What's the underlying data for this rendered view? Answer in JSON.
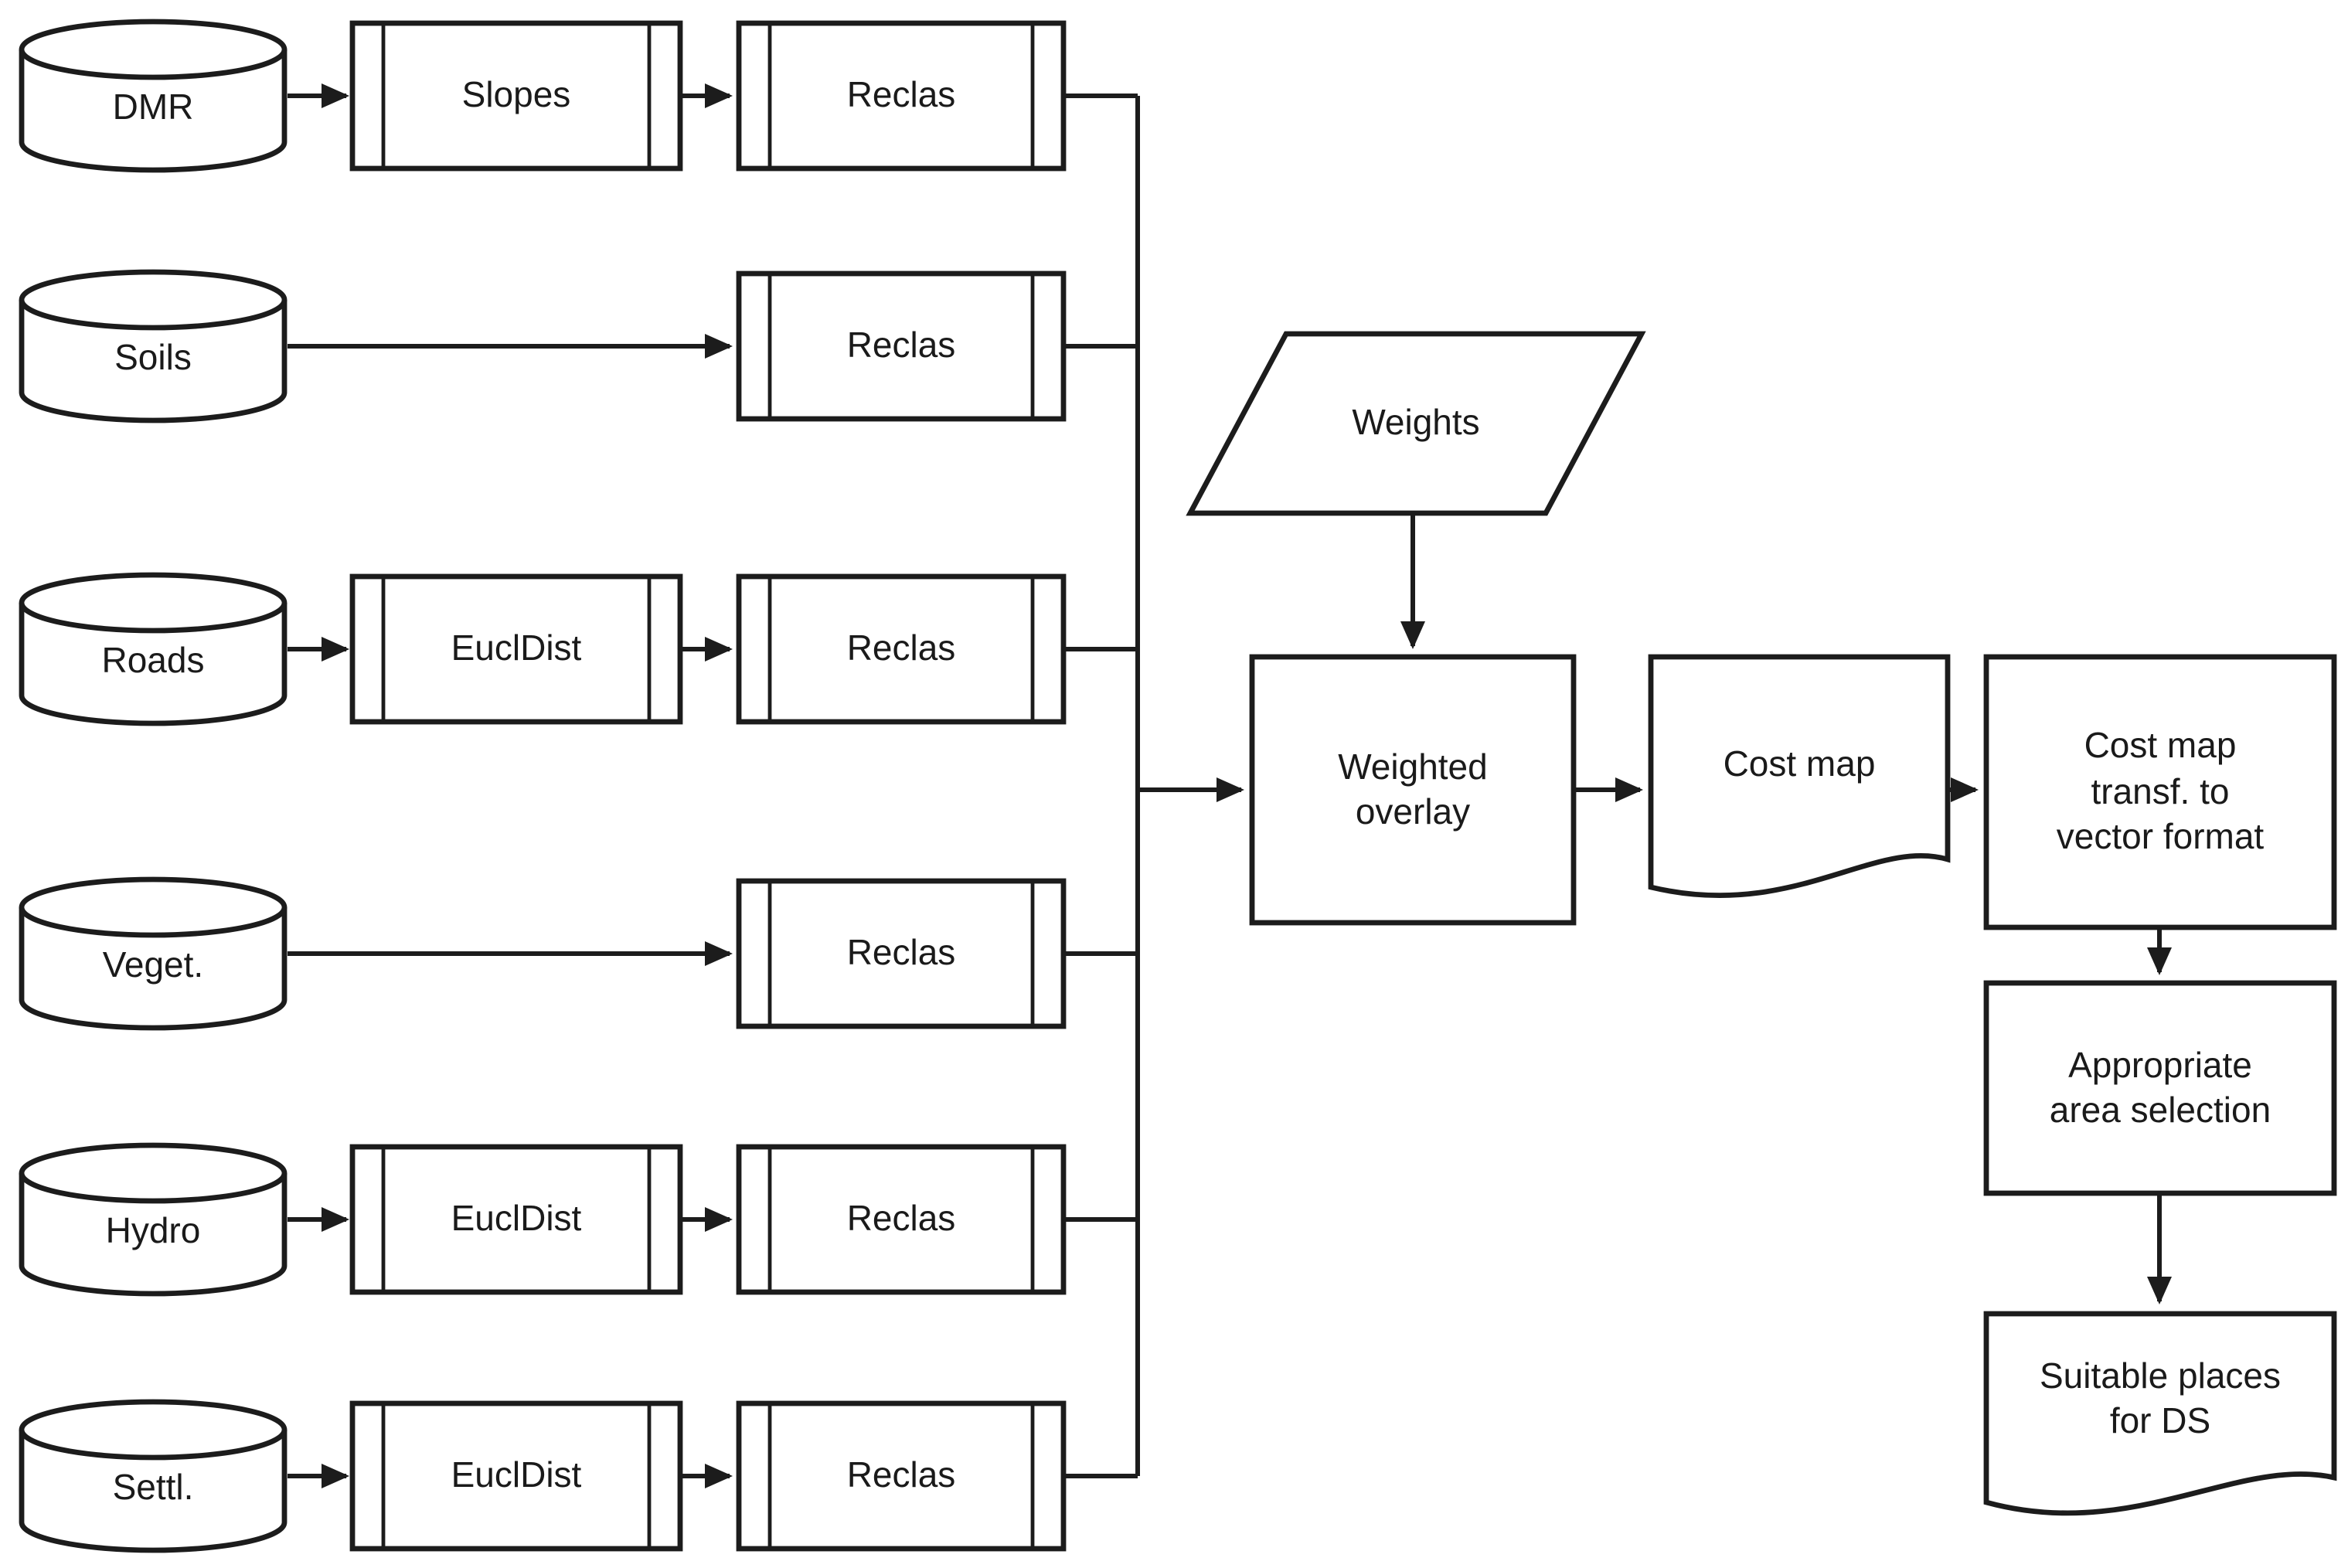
{
  "diagram": {
    "background": "#ffffff",
    "stroke_color": "#1c1c1c",
    "text_color": "#1a1a1a",
    "nodes": {
      "dmr": {
        "label": "DMR",
        "shape": "database"
      },
      "soils": {
        "label": "Soils",
        "shape": "database"
      },
      "roads": {
        "label": "Roads",
        "shape": "database"
      },
      "veget": {
        "label": "Veget.",
        "shape": "database"
      },
      "hydro": {
        "label": "Hydro",
        "shape": "database"
      },
      "settl": {
        "label": "Settl.",
        "shape": "database"
      },
      "slopes": {
        "label": "Slopes",
        "shape": "predefined-process"
      },
      "eucldist_roads": {
        "label": "EuclDist",
        "shape": "predefined-process"
      },
      "eucldist_hydro": {
        "label": "EuclDist",
        "shape": "predefined-process"
      },
      "eucldist_settl": {
        "label": "EuclDist",
        "shape": "predefined-process"
      },
      "reclas_dmr": {
        "label": "Reclas",
        "shape": "predefined-process"
      },
      "reclas_soils": {
        "label": "Reclas",
        "shape": "predefined-process"
      },
      "reclas_roads": {
        "label": "Reclas",
        "shape": "predefined-process"
      },
      "reclas_veget": {
        "label": "Reclas",
        "shape": "predefined-process"
      },
      "reclas_hydro": {
        "label": "Reclas",
        "shape": "predefined-process"
      },
      "reclas_settl": {
        "label": "Reclas",
        "shape": "predefined-process"
      },
      "weights": {
        "label": "Weights",
        "shape": "parallelogram"
      },
      "weighted_overlay": {
        "lines": [
          "Weighted",
          "overlay"
        ],
        "shape": "process"
      },
      "cost_map": {
        "label": "Cost map",
        "shape": "document"
      },
      "cost_map_transf": {
        "lines": [
          "Cost map",
          "transf. to",
          "vector format"
        ],
        "shape": "process"
      },
      "appropriate_area": {
        "lines": [
          "Appropriate",
          "area selection"
        ],
        "shape": "process"
      },
      "suitable_places": {
        "lines": [
          "Suitable places",
          "for DS"
        ],
        "shape": "document"
      }
    }
  }
}
